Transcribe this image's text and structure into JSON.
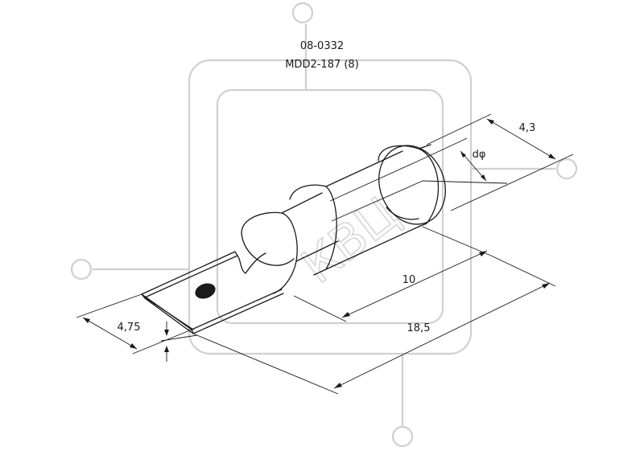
{
  "title": {
    "code": "08-0332",
    "model": "MDD2-187 (8)"
  },
  "dimensions": {
    "outer_diameter": "4,3",
    "inner_diameter": "dφ",
    "sleeve_length": "10",
    "total_length": "18,5",
    "tab_width": "4,75"
  },
  "watermark": {
    "text": "КВЦ"
  },
  "colors": {
    "line": "#1a1a1a",
    "watermark": "#cfcfcf"
  }
}
